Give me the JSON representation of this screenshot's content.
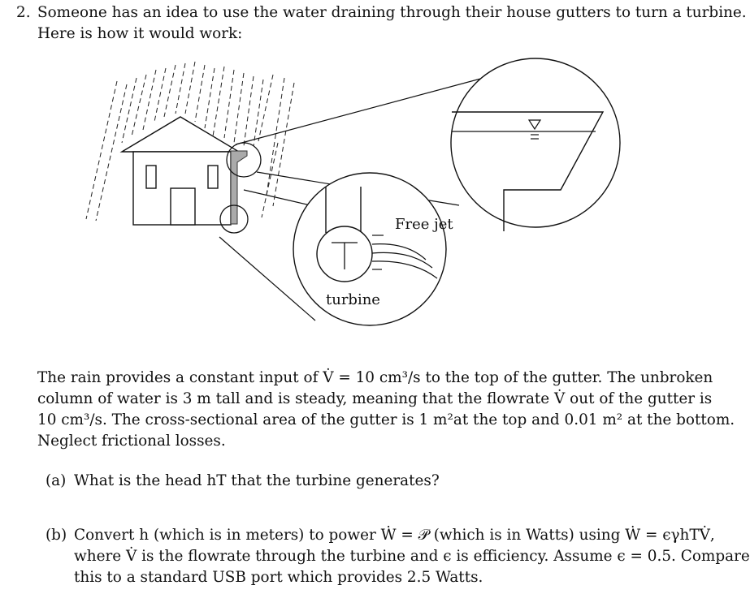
{
  "problem": {
    "number": "2.",
    "intro_line1": "Someone has an idea to use the water draining through their house gutters to turn a turbine.",
    "intro_line2": "Here is how it would work:"
  },
  "figure": {
    "free_jet_label": "Free jet",
    "turbine_label": "turbine"
  },
  "paragraph": {
    "line1": "The rain provides a constant input of V̇ = 10 cm³/s to the top of the gutter.  The unbroken",
    "line2": "column of water is 3 m tall and is steady, meaning that the flowrate V̇ out of the gutter is",
    "line3": "10 cm³/s.  The cross-sectional area of the gutter is 1 m²at the top and 0.01 m² at the bottom.",
    "line4": "Neglect frictional losses."
  },
  "parts": [
    {
      "label": "(a)",
      "lines": [
        "What is the head hT that the turbine generates?"
      ]
    },
    {
      "label": "(b)",
      "lines": [
        "Convert h (which is in meters) to power Ẇ = 𝒫 (which is in Watts) using Ẇ = ϵγhTV̇,",
        "where V̇ is the flowrate through the turbine and ϵ is efficiency.  Assume ϵ = 0.5.  Compare",
        "this to a standard USB port which provides 2.5 Watts."
      ]
    }
  ]
}
